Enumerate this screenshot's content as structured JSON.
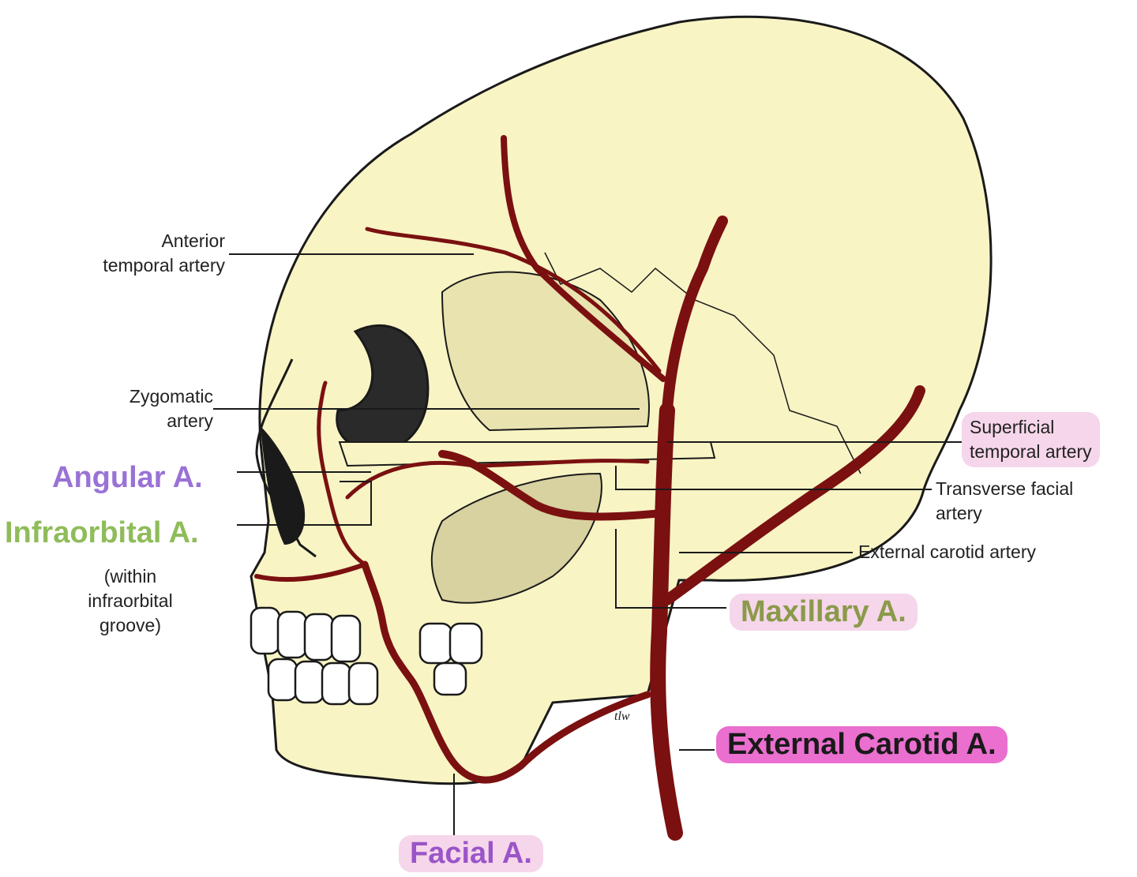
{
  "colors": {
    "bone": "#f8f4c4",
    "artery": "#7b1010",
    "outline": "#1a1a1a",
    "angular": "#9a72d6",
    "infraorbital": "#8fbc5a",
    "maxillary_text": "#8a9a4a",
    "maxillary_bg": "#f6d6ea",
    "superficial_bg": "#f6d6ea",
    "ext_carotid_bg": "#ea6fcf",
    "facial_text": "#9a55c8",
    "facial_bg": "#f6d6ea"
  },
  "labels": {
    "anterior_temporal": "Anterior\ntemporal artery",
    "zygomatic": "Zygomatic\nartery",
    "angular": "Angular A.",
    "infraorbital": "Infraorbital A.",
    "infraorbital_note": "(within\ninfraorbital\ngroove)",
    "superficial_temporal": "Superficial\ntemporal artery",
    "transverse_facial": "Transverse facial\nartery",
    "external_carotid_small": "External carotid artery",
    "maxillary": "Maxillary A.",
    "external_carotid_big": "External Carotid  A.",
    "facial": "Facial A.",
    "signature": "tlw"
  }
}
